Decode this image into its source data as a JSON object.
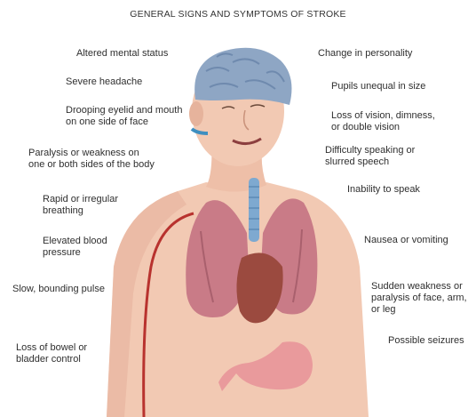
{
  "title": "GENERAL SIGNS AND SYMPTOMS OF STROKE",
  "labels_left": [
    {
      "line1": "Altered mental status",
      "line2": ""
    },
    {
      "line1": "Severe headache",
      "line2": ""
    },
    {
      "line1": "Drooping eyelid and mouth",
      "line2": "on one side of face"
    },
    {
      "line1": "Paralysis or weakness on",
      "line2": "one or both sides of the body"
    },
    {
      "line1": "Rapid or irregular",
      "line2": "breathing"
    },
    {
      "line1": "Elevated blood",
      "line2": "pressure"
    },
    {
      "line1": "Slow, bounding pulse",
      "line2": ""
    },
    {
      "line1": "Loss of bowel or",
      "line2": "bladder control"
    }
  ],
  "labels_right": [
    {
      "line1": "Change in personality",
      "line2": "",
      "line3": ""
    },
    {
      "line1": "Pupils unequal in size",
      "line2": "",
      "line3": ""
    },
    {
      "line1": "Loss of vision, dimness,",
      "line2": "or double vision",
      "line3": ""
    },
    {
      "line1": "Difficulty speaking or",
      "line2": "slurred speech",
      "line3": ""
    },
    {
      "line1": "Inability to speak",
      "line2": "",
      "line3": ""
    },
    {
      "line1": "Nausea or vomiting",
      "line2": "",
      "line3": ""
    },
    {
      "line1": "Sudden weakness or",
      "line2": "paralysis of face, arm,",
      "line3": "or leg"
    },
    {
      "line1": "Possible seizures",
      "line2": "",
      "line3": ""
    }
  ],
  "colors": {
    "skin": "#f2c9b3",
    "skin_shadow": "#e6b39c",
    "brain": "#8ea6c4",
    "brain_dark": "#6f8aae",
    "lung": "#c97b87",
    "lung_dark": "#a9606d",
    "heart": "#9b4a3f",
    "trachea": "#7ea9d0",
    "stomach": "#e99a9c",
    "artery": "#b8322e",
    "headband": "#3f8fc0"
  }
}
